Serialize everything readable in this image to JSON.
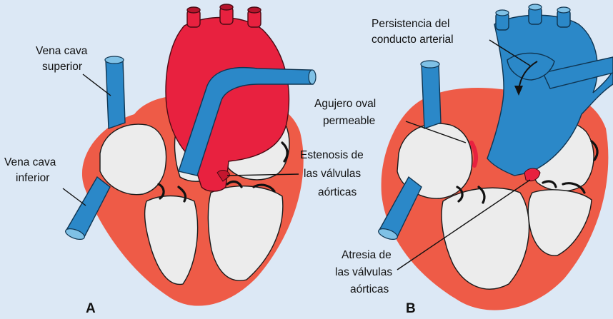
{
  "background_color": "#dce8f5",
  "colors": {
    "myocardium": "#ee5b47",
    "aorta": "#e8213f",
    "venous": "#2b88c8",
    "chamber": "#ececec"
  },
  "panels": {
    "a": {
      "letter": "A",
      "labels": {
        "svc": [
          "Vena cava",
          "superior"
        ],
        "ivc": [
          "Vena cava",
          "inferior"
        ],
        "stenosis": [
          "Estenosis de",
          "las válvulas",
          "aórticas"
        ]
      }
    },
    "b": {
      "letter": "B",
      "labels": {
        "pda": [
          "Persistencia del",
          "conducto arterial"
        ],
        "foramen": [
          "Agujero oval",
          "permeable"
        ],
        "atresia": [
          "Atresia de",
          "las válvulas",
          "aórticas"
        ]
      }
    }
  }
}
